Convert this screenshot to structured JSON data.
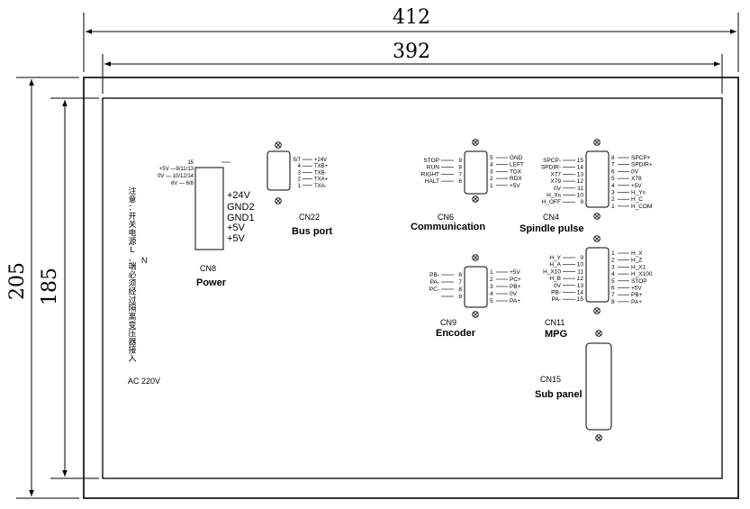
{
  "dimensions": {
    "outer_width": "412",
    "inner_width": "392",
    "outer_height": "205",
    "inner_height": "185"
  },
  "notice": {
    "lines": [
      "注",
      "意",
      "：",
      "开",
      "关",
      "电",
      "源",
      "L",
      "、",
      "端",
      "必",
      "须",
      "经",
      "过",
      "隔",
      "离",
      "变",
      "压",
      "器",
      "接",
      "入"
    ],
    "n_label": "N",
    "ac": "AC 220V"
  },
  "cn8": {
    "id": "CN8",
    "title": "Power",
    "pins": [
      "15",
      "+5V —9/11/13",
      "0V — 10/12/14",
      "6V — 6/8"
    ],
    "labels": [
      "+24V",
      "GND2",
      "GND1",
      "+5V",
      "+5V"
    ]
  },
  "cn22": {
    "id": "CN22",
    "title": "Bus port",
    "pins": [
      {
        "num": "5/7",
        "sig": "+24V"
      },
      {
        "num": "4",
        "sig": "TXB+"
      },
      {
        "num": "3",
        "sig": "TXB-"
      },
      {
        "num": "2",
        "sig": "TXA+"
      },
      {
        "num": "1",
        "sig": "TXA-"
      }
    ]
  },
  "cn6": {
    "id": "CN6",
    "title": "Communication",
    "left": [
      {
        "sig": "STOP",
        "num": "9"
      },
      {
        "sig": "RUN",
        "num": "8"
      },
      {
        "sig": "RIGHT",
        "num": "7"
      },
      {
        "sig": "HALT",
        "num": "6"
      }
    ],
    "right": [
      {
        "num": "5",
        "sig": "GND"
      },
      {
        "num": "4",
        "sig": "LEFT"
      },
      {
        "num": "3",
        "sig": "TDX"
      },
      {
        "num": "2",
        "sig": "RDX"
      },
      {
        "num": "1",
        "sig": "+5V"
      }
    ]
  },
  "cn4": {
    "id": "CN4",
    "title": "Spindle pulse",
    "left": [
      {
        "sig": "SPCP-",
        "num": "15"
      },
      {
        "sig": "SPDIR-",
        "num": "14"
      },
      {
        "sig": "X77",
        "num": "13"
      },
      {
        "sig": "X79",
        "num": "12"
      },
      {
        "sig": "0V",
        "num": "11"
      },
      {
        "sig": "H_Xs",
        "num": "10"
      },
      {
        "sig": "H_OFF",
        "num": "9"
      }
    ],
    "right": [
      {
        "num": "8",
        "sig": "SPCP+"
      },
      {
        "num": "7",
        "sig": "SPDIR+"
      },
      {
        "num": "6",
        "sig": "0V"
      },
      {
        "num": "5",
        "sig": "X78"
      },
      {
        "num": "4",
        "sig": "+5V"
      },
      {
        "num": "3",
        "sig": "H_Ys"
      },
      {
        "num": "2",
        "sig": "H_C"
      },
      {
        "num": "1",
        "sig": "H_COM"
      }
    ]
  },
  "cn9": {
    "id": "CN9",
    "title": "Encoder",
    "left": [
      {
        "sig": "PB-",
        "num": "6"
      },
      {
        "sig": "PA-",
        "num": "7"
      },
      {
        "sig": "PC-",
        "num": "8"
      },
      {
        "sig": "",
        "num": "9"
      }
    ],
    "right": [
      {
        "num": "1",
        "sig": "+5V"
      },
      {
        "num": "2",
        "sig": "PC+"
      },
      {
        "num": "3",
        "sig": "PB+"
      },
      {
        "num": "4",
        "sig": "0V"
      },
      {
        "num": "5",
        "sig": "PA+"
      }
    ]
  },
  "cn11": {
    "id": "CN11",
    "title": "MPG",
    "left": [
      {
        "sig": "H_Y",
        "num": "9"
      },
      {
        "sig": "H_A",
        "num": "10"
      },
      {
        "sig": "H_X10",
        "num": "11"
      },
      {
        "sig": "H_B",
        "num": "12"
      },
      {
        "sig": "0V",
        "num": "13"
      },
      {
        "sig": "PB-",
        "num": "14"
      },
      {
        "sig": "PA-",
        "num": "15"
      }
    ],
    "right": [
      {
        "num": "1",
        "sig": "H_X"
      },
      {
        "num": "2",
        "sig": "H_Z"
      },
      {
        "num": "3",
        "sig": "H_X1"
      },
      {
        "num": "4",
        "sig": "H_X100"
      },
      {
        "num": "5",
        "sig": "STOP"
      },
      {
        "num": "6",
        "sig": "+5V"
      },
      {
        "num": "7",
        "sig": "PB+"
      },
      {
        "num": "8",
        "sig": "PA+"
      }
    ]
  },
  "cn15": {
    "id": "CN15",
    "title": "Sub panel"
  }
}
